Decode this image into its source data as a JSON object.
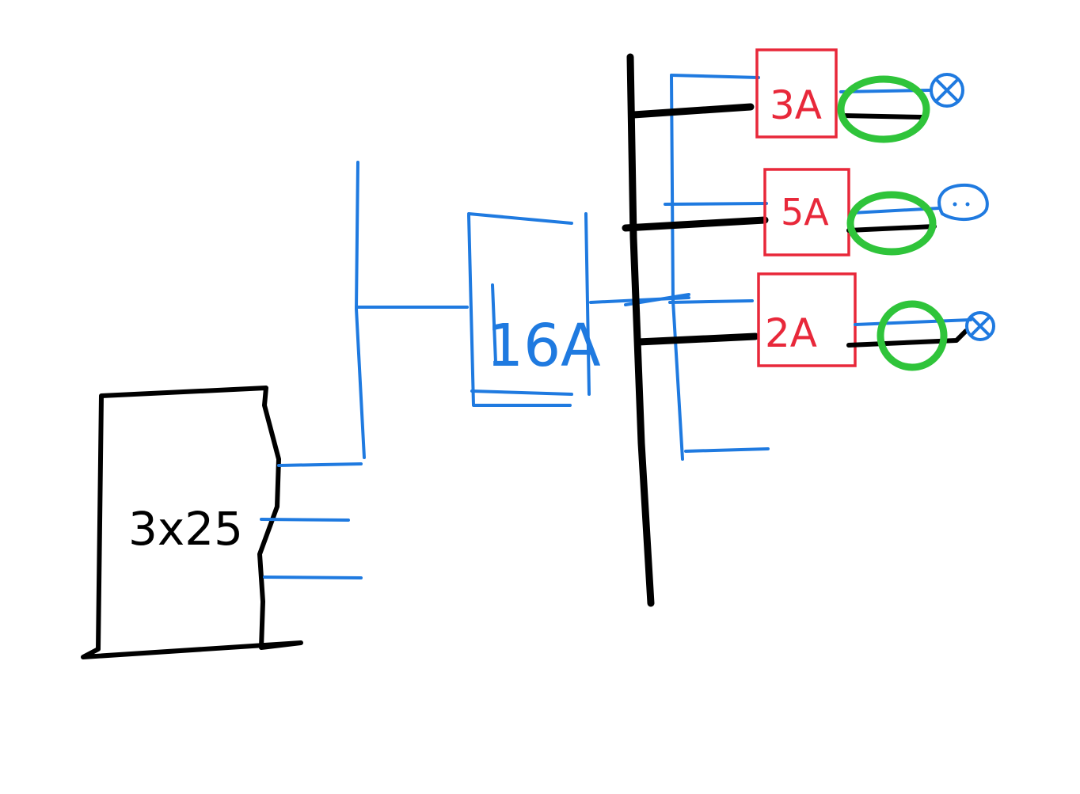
{
  "main_panel": {
    "label": "3x25"
  },
  "main_breaker": {
    "label": "16A"
  },
  "circuits": [
    {
      "breaker": "3A",
      "load_icon": "lamp-icon"
    },
    {
      "breaker": "5A",
      "load_icon": "socket-icon"
    },
    {
      "breaker": "2A",
      "load_icon": "lamp-icon"
    }
  ],
  "colors": {
    "panel": "#000000",
    "wiring": "#1f7ae0",
    "breakers": "#e8283a",
    "highlights": "#2fc43a"
  }
}
